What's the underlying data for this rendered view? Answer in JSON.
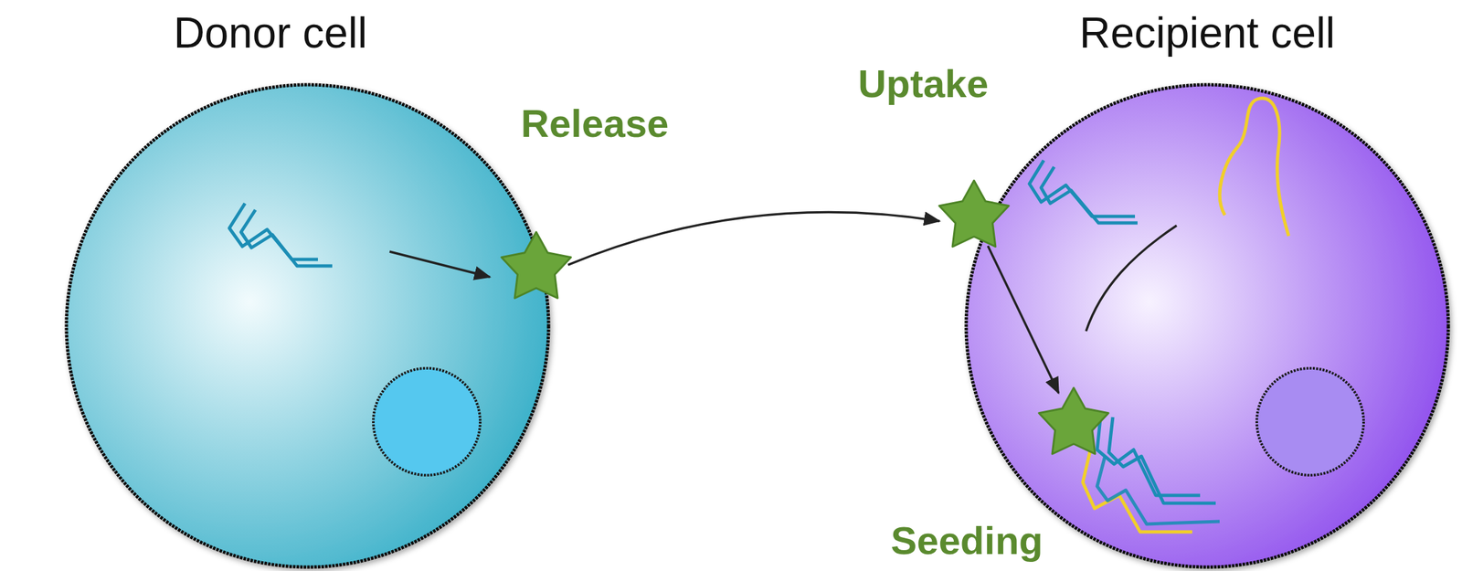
{
  "diagram": {
    "nodes": [
      {
        "text": [
          "Donor cell"
        ]
      },
      {
        "text": [
          "Release"
        ],
        "in": 0
      },
      {
        "text": [
          "Recipient cell"
        ]
      },
      {
        "text": [
          "Uptake"
        ],
        "in": 2
      },
      {
        "text": [
          "Seeding"
        ],
        "in": 2
      }
    ],
    "edges": [
      {
        "from": 1,
        "to": 3,
        "arrow": "to"
      },
      {
        "from": 3,
        "to": 4,
        "arrow": "to"
      }
    ]
  }
}
